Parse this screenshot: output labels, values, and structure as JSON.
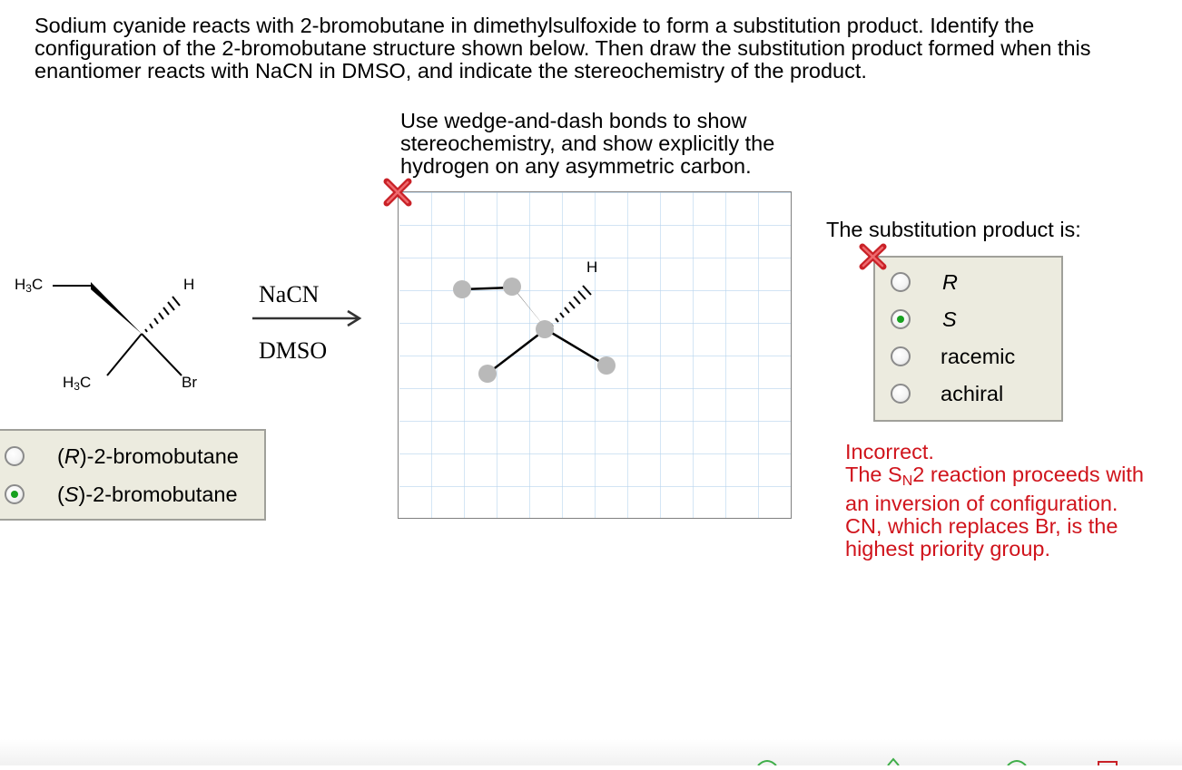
{
  "question": {
    "text": "Sodium cyanide reacts with 2-bromobutane in dimethylsulfoxide to form a substitution product. Identify the configuration of the 2-bromobutane structure shown below. Then draw the substitution product formed when this enantiomer reacts with NaCN in DMSO, and indicate the stereochemistry of the product."
  },
  "reactant": {
    "label_top_methyl": "H",
    "label_top_methyl_sub": "3",
    "label_top_methyl_end": "C",
    "label_bottom_methyl": "H",
    "label_bottom_methyl_sub": "3",
    "label_bottom_methyl_end": "C",
    "label_h": "H",
    "label_br": "Br"
  },
  "reaction": {
    "reagent": "NaCN",
    "solvent": "DMSO"
  },
  "configuration_choice": {
    "options": [
      {
        "prefix": "(",
        "italic": "R",
        "suffix": ")-2-bromobutane",
        "selected": false
      },
      {
        "prefix": "(",
        "italic": "S",
        "suffix": ")-2-bromobutane",
        "selected": true
      }
    ]
  },
  "drawing": {
    "instructions": "Use wedge-and-dash bonds to show stereochemistry, and show explicitly the hydrogen on any asymmetric carbon.",
    "h_label": "H",
    "status": "incorrect"
  },
  "product_choice": {
    "label": "The substitution product is:",
    "status": "incorrect",
    "options": [
      {
        "label": "R",
        "italic": true,
        "selected": false
      },
      {
        "label": "S",
        "italic": true,
        "selected": true
      },
      {
        "label": "racemic",
        "italic": false,
        "selected": false
      },
      {
        "label": "achiral",
        "italic": false,
        "selected": false
      }
    ]
  },
  "feedback": {
    "line1": "Incorrect.",
    "line2_pre": "The S",
    "line2_sub": "N",
    "line2_post": "2 reaction proceeds with an inversion of configuration. CN, which replaces Br, is the highest priority group."
  },
  "colors": {
    "error_text": "#d0141c",
    "radio_selected": "#17a11f",
    "grid_line": "#b8d4ee",
    "panel_bg": "#ecebdf",
    "node_gray": "#b9b9b9"
  }
}
